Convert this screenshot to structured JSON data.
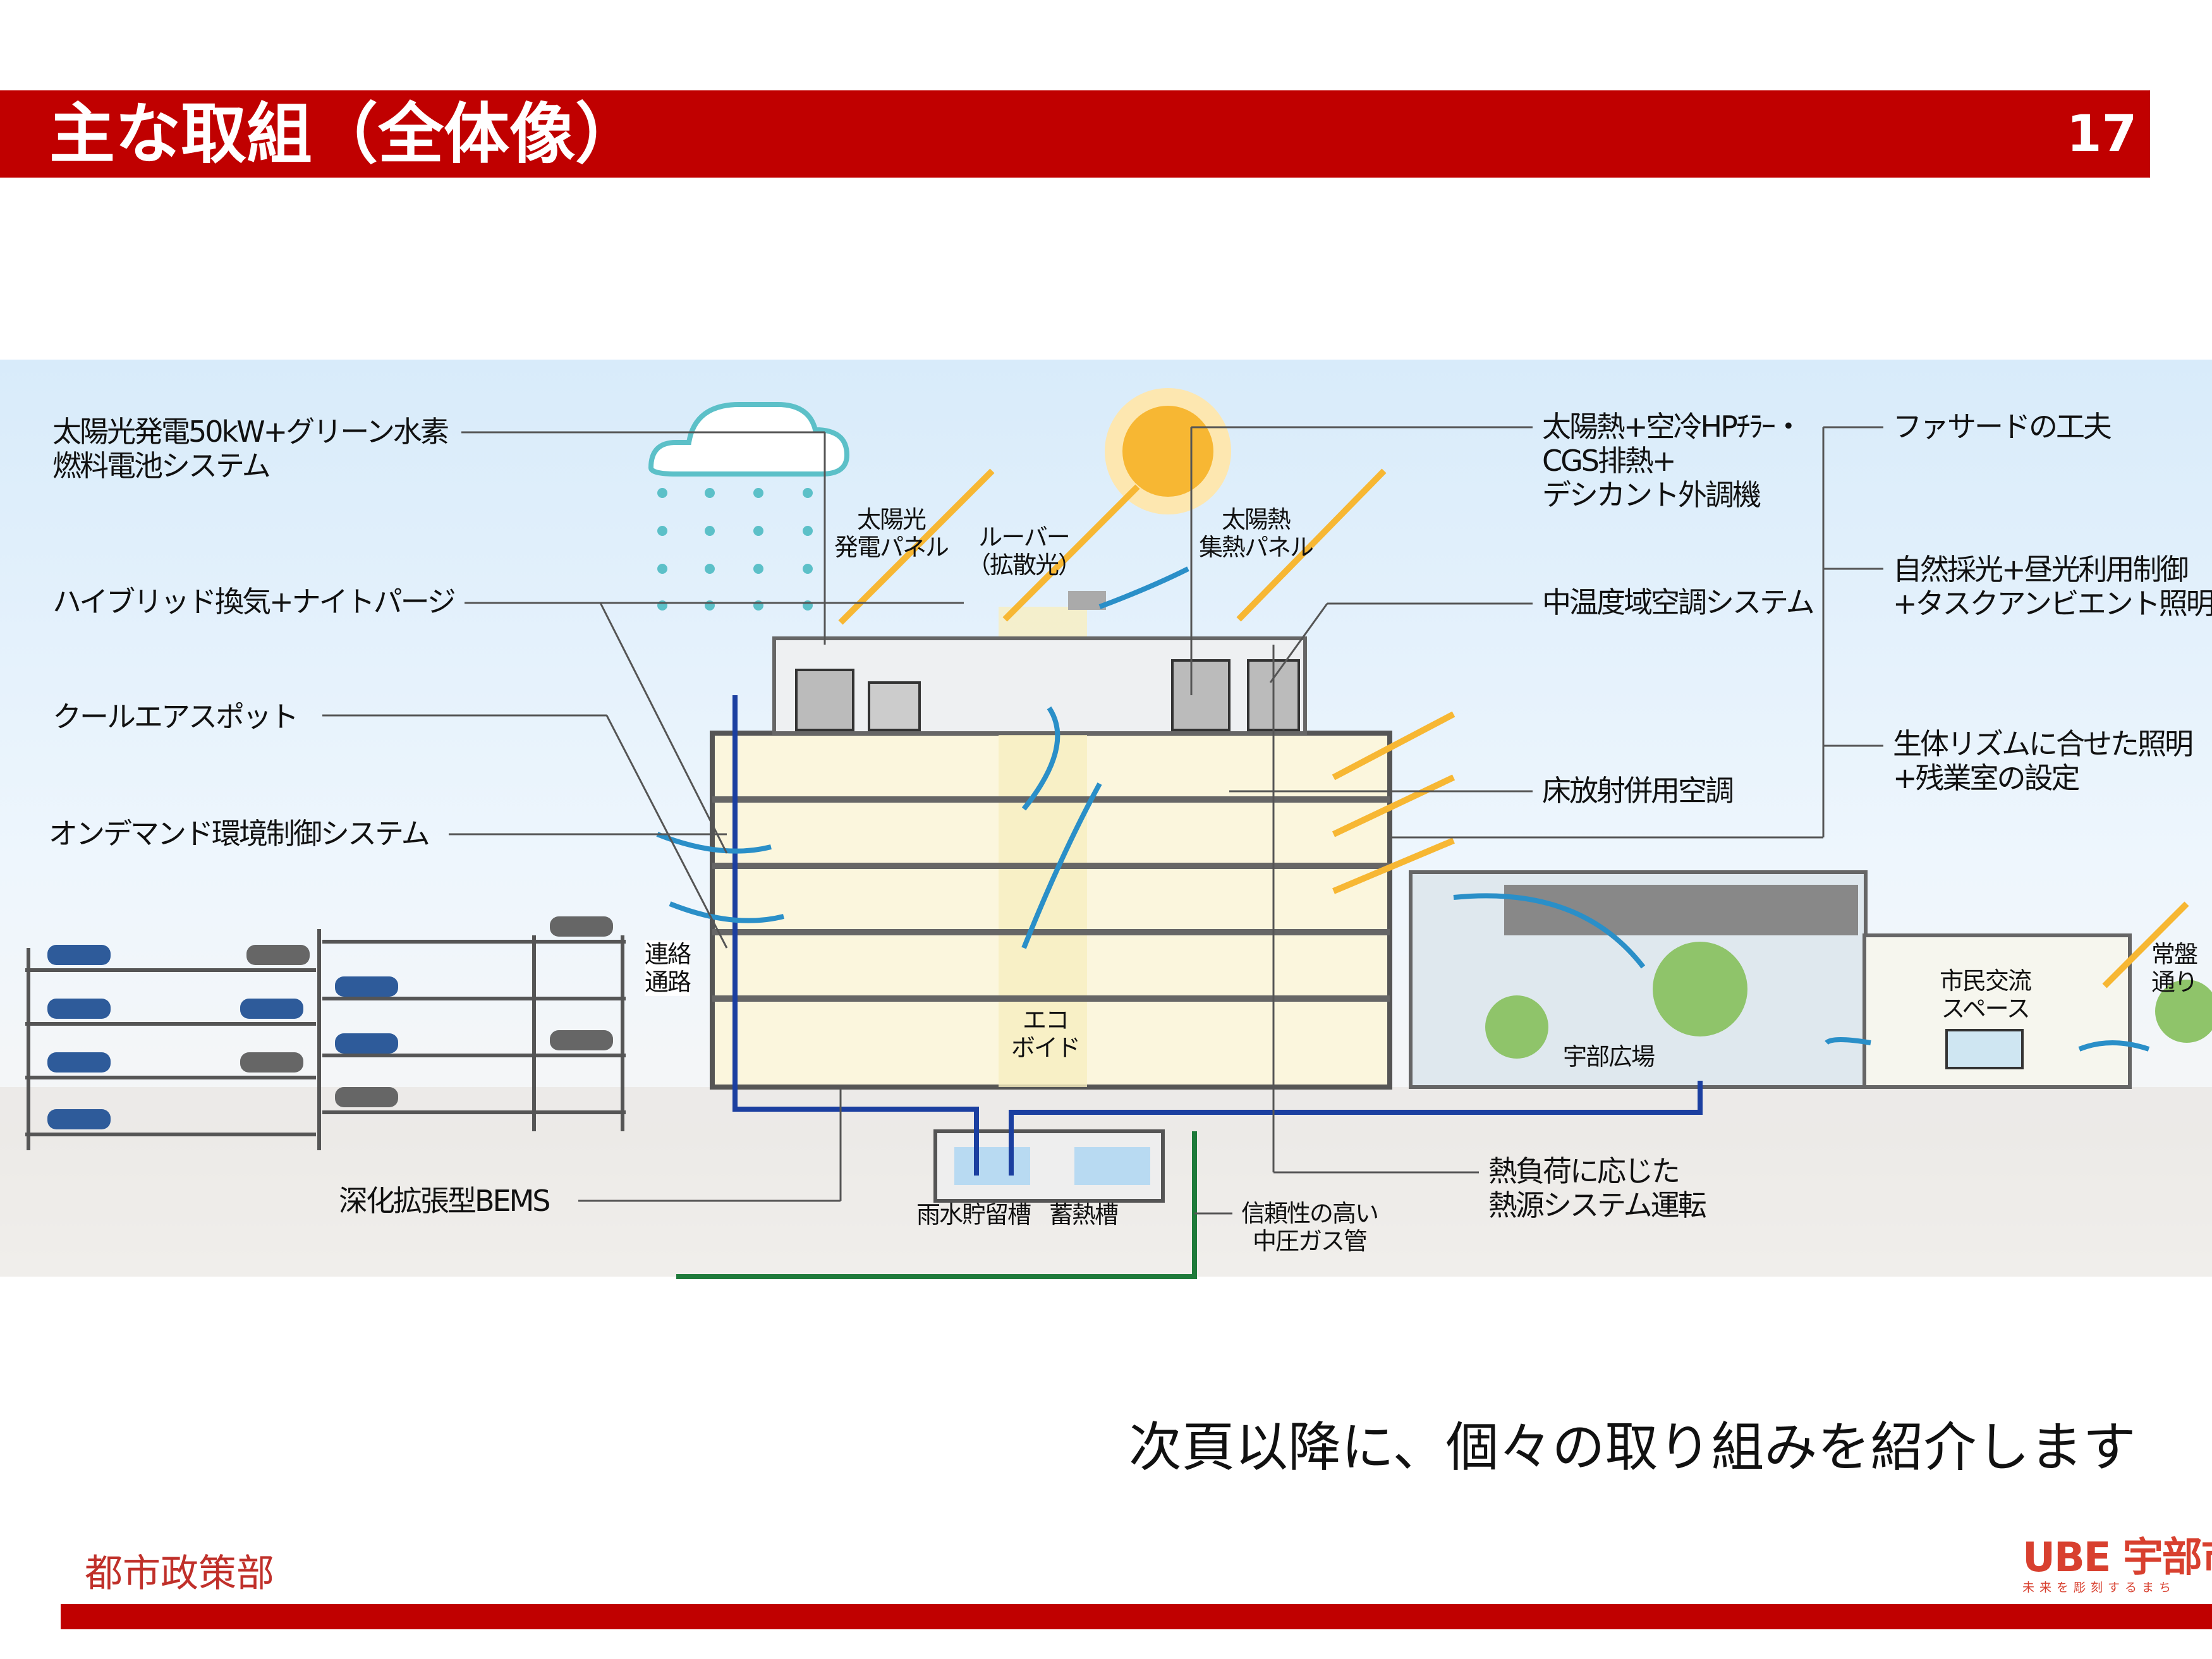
{
  "header": {
    "title": "主な取組（全体像）",
    "page_number": "17"
  },
  "labels": {
    "solar_power": [
      "太陽光発電50kW+グリーン水素",
      "燃料電池システム"
    ],
    "hybrid_vent": "ハイブリッド換気+ナイトパージ",
    "cool_air": "クールエアスポット",
    "on_demand": "オンデマンド環境制御システム",
    "bems": "深化拡張型BEMS",
    "pv_panel": [
      "太陽光",
      "発電パネル"
    ],
    "louver": [
      "ルーバー",
      "（拡散光）"
    ],
    "solar_heat_panel": [
      "太陽熱",
      "集熱パネル"
    ],
    "solar_heat_chiller": [
      "太陽熱+空冷HPﾁﾗｰ・",
      "CGS排熱+",
      "デシカント外調機"
    ],
    "mid_temp": "中温度域空調システム",
    "floor_radiant": "床放射併用空調",
    "facade": "ファサードの工夫",
    "daylight": [
      "自然採光+昼光利用制御",
      "+タスクアンビエント照明"
    ],
    "biorhythm": [
      "生体リズムに合せた照明",
      "+残業室の設定"
    ],
    "corridor": [
      "連絡",
      "通路"
    ],
    "eco_void": [
      "エコ",
      "ボイド"
    ],
    "ube_plaza": "宇部広場",
    "citizen_space": [
      "市民交流",
      "スペース"
    ],
    "tokiwa": [
      "常盤",
      "通り"
    ],
    "rain_tank": "雨水貯留槽",
    "thermal_tank": "蓄熱槽",
    "gas_pipe": [
      "信頼性の高い",
      "中圧ガス管"
    ],
    "heat_source": [
      "熱負荷に応じた",
      "熱源システム運転"
    ]
  },
  "subtitle": "次頁以降に、個々の取り組みを紹介します",
  "footer": {
    "department": "都市政策部"
  },
  "logo": {
    "main": "UBE 宇部市",
    "tagline": "未来を彫刻するまち"
  },
  "colors": {
    "brand_red": "#c00000",
    "water_blue": "#1b3fa0",
    "air_blue": "#2a8fc8",
    "sun": "#f7b733",
    "gas_green": "#1e7a3a"
  }
}
